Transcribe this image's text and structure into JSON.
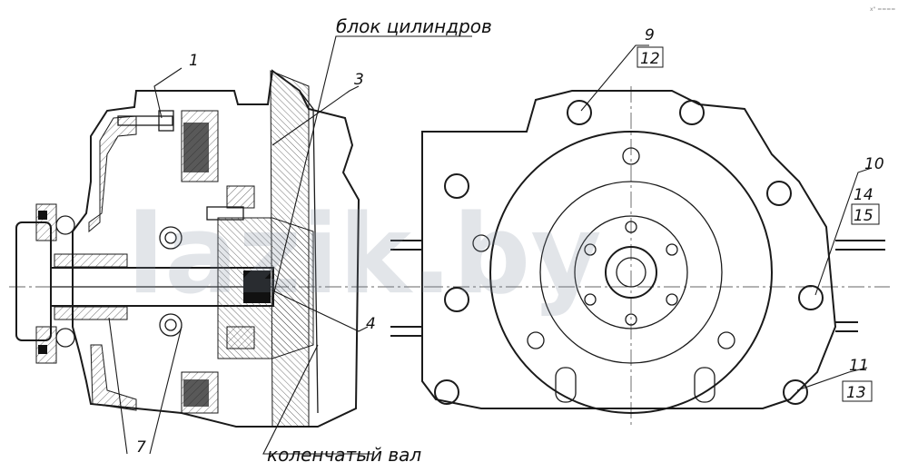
{
  "watermark": "lazik.by",
  "corner_mark": "x\" ====",
  "labels": {
    "cylinder_block": "блок цилиндров",
    "crankshaft": "коленчатый вал"
  },
  "callouts": {
    "n1": "1",
    "n3": "3",
    "n4": "4",
    "n7": "7",
    "n9": "9",
    "n12": "12",
    "n10": "10",
    "n14": "14",
    "n15": "15",
    "n11": "11",
    "n13": "13"
  }
}
